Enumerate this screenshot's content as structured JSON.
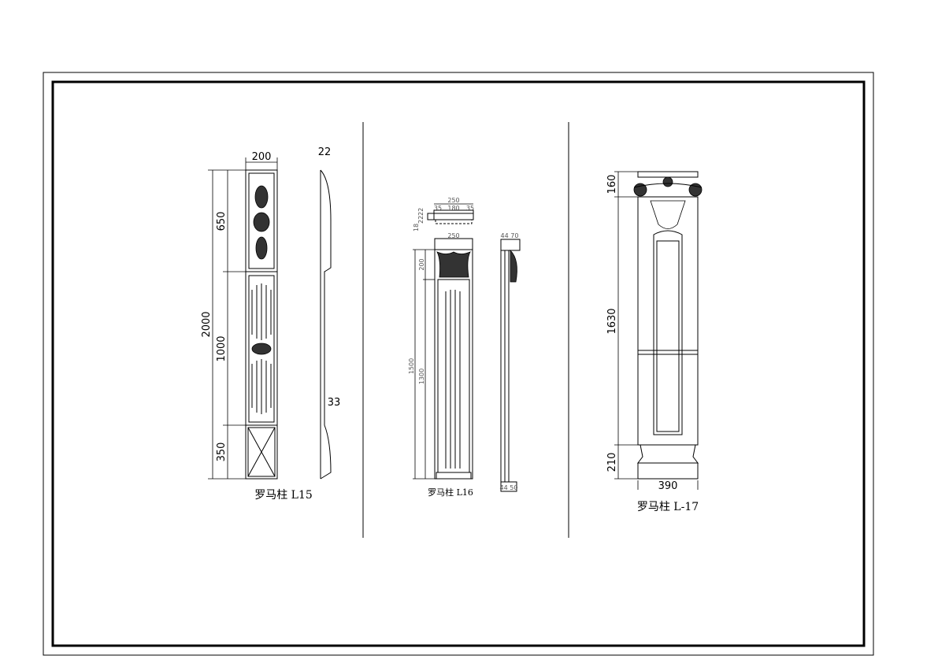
{
  "drawing": {
    "l15": {
      "title": "罗马柱 L15",
      "width": "200",
      "total_height": "2000",
      "top_panel": "650",
      "middle_panel": "1000",
      "bottom_panel": "350",
      "side_depth": "22",
      "side_bottom": "33"
    },
    "l16": {
      "title": "罗马柱 L16",
      "plan_width": "250",
      "plan_left": "35",
      "plan_mid": "180",
      "plan_right": "35",
      "plan_h1": "18",
      "plan_h2": "22",
      "plan_h3": "22",
      "cap_width": "250",
      "cap_height": "200",
      "total_height": "1500",
      "shaft_height": "1300",
      "side_top": "44 70",
      "side_bottom": "44 50"
    },
    "l17": {
      "title": "罗马柱 L-17",
      "cap_height": "160",
      "shaft_height": "1630",
      "base_height": "210",
      "width": "390"
    }
  }
}
